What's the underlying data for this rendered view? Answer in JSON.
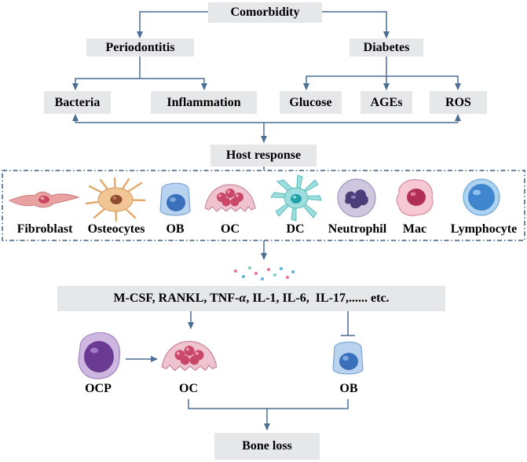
{
  "top": {
    "comorbidity": "Comorbidity"
  },
  "branches": {
    "periodontitis": "Periodontitis",
    "diabetes": "Diabetes"
  },
  "factors": {
    "bacteria": "Bacteria",
    "inflammation": "Inflammation",
    "glucose": "Glucose",
    "ages": "AGEs",
    "ros": "ROS"
  },
  "host": {
    "title": "Host response",
    "cells": [
      {
        "label": "Fibroblast",
        "icon": "fibroblast-icon"
      },
      {
        "label": "Osteocytes",
        "icon": "osteocyte-icon"
      },
      {
        "label": "OB",
        "icon": "osteoblast-icon"
      },
      {
        "label": "OC",
        "icon": "osteoclast-icon"
      },
      {
        "label": "DC",
        "icon": "dendritic-cell-icon"
      },
      {
        "label": "Neutrophil",
        "icon": "neutrophil-icon"
      },
      {
        "label": "Mac",
        "icon": "macrophage-icon"
      },
      {
        "label": "Lymphocyte",
        "icon": "lymphocyte-icon"
      }
    ]
  },
  "cytokines": {
    "prefix": "M-CSF, RANKL, TNF-",
    "alpha": "α",
    "suffix": ", IL-1, IL-6,  IL-17,...... etc."
  },
  "lower": {
    "ocp": "OCP",
    "oc": "OC",
    "ob": "OB"
  },
  "outcome": {
    "label": "Bone loss"
  },
  "colors": {
    "box": "#e6e7e8",
    "connector": "#4a6e94",
    "dashed_frame": "#3d5f82"
  }
}
